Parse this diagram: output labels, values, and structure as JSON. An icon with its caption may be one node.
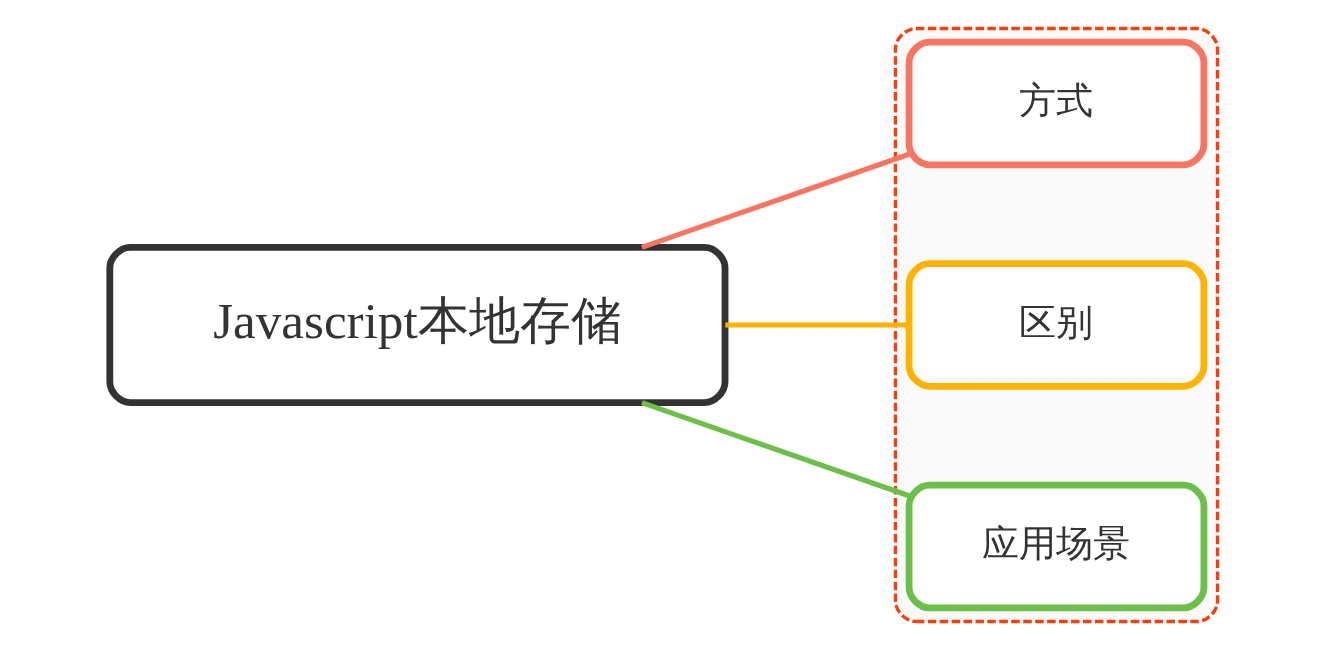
{
  "diagram": {
    "nodes": [
      {
        "text": [
          "Javascript本地存储"
        ]
      },
      {
        "text": [],
        "shape": "box"
      },
      {
        "text": [
          "方式"
        ],
        "in": 1
      },
      {
        "text": [
          "区别"
        ],
        "in": 1
      },
      {
        "text": [
          "应用场景"
        ],
        "in": 1
      }
    ],
    "edges": [
      {
        "from": 0,
        "to": 2,
        "arrow": "none",
        "color": "#f87561"
      },
      {
        "from": 0,
        "to": 3,
        "arrow": "none",
        "color": "#ffb300"
      },
      {
        "from": 0,
        "to": 4,
        "arrow": "none",
        "color": "#6cc04a"
      }
    ]
  }
}
